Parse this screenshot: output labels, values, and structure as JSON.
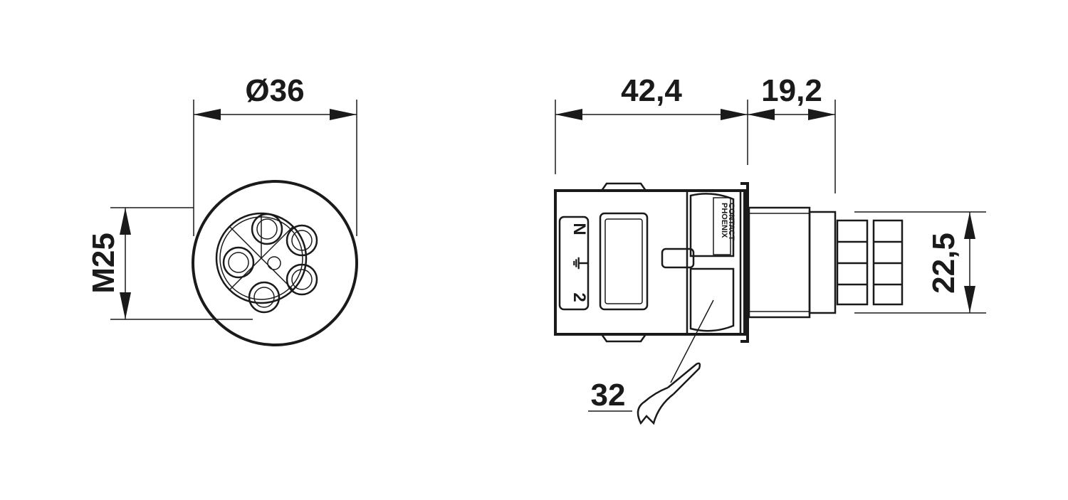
{
  "dimensions": {
    "diameter": "Ø36",
    "thread": "M25",
    "body_length": "42,4",
    "nut_length": "19,2",
    "cable_diameter": "22,5",
    "wrench_size": "32"
  },
  "insert_markings": {
    "top": "N",
    "middle": "⏚",
    "bottom": "2"
  },
  "brand_logo": [
    "PHOENIX",
    "CONTACT"
  ]
}
